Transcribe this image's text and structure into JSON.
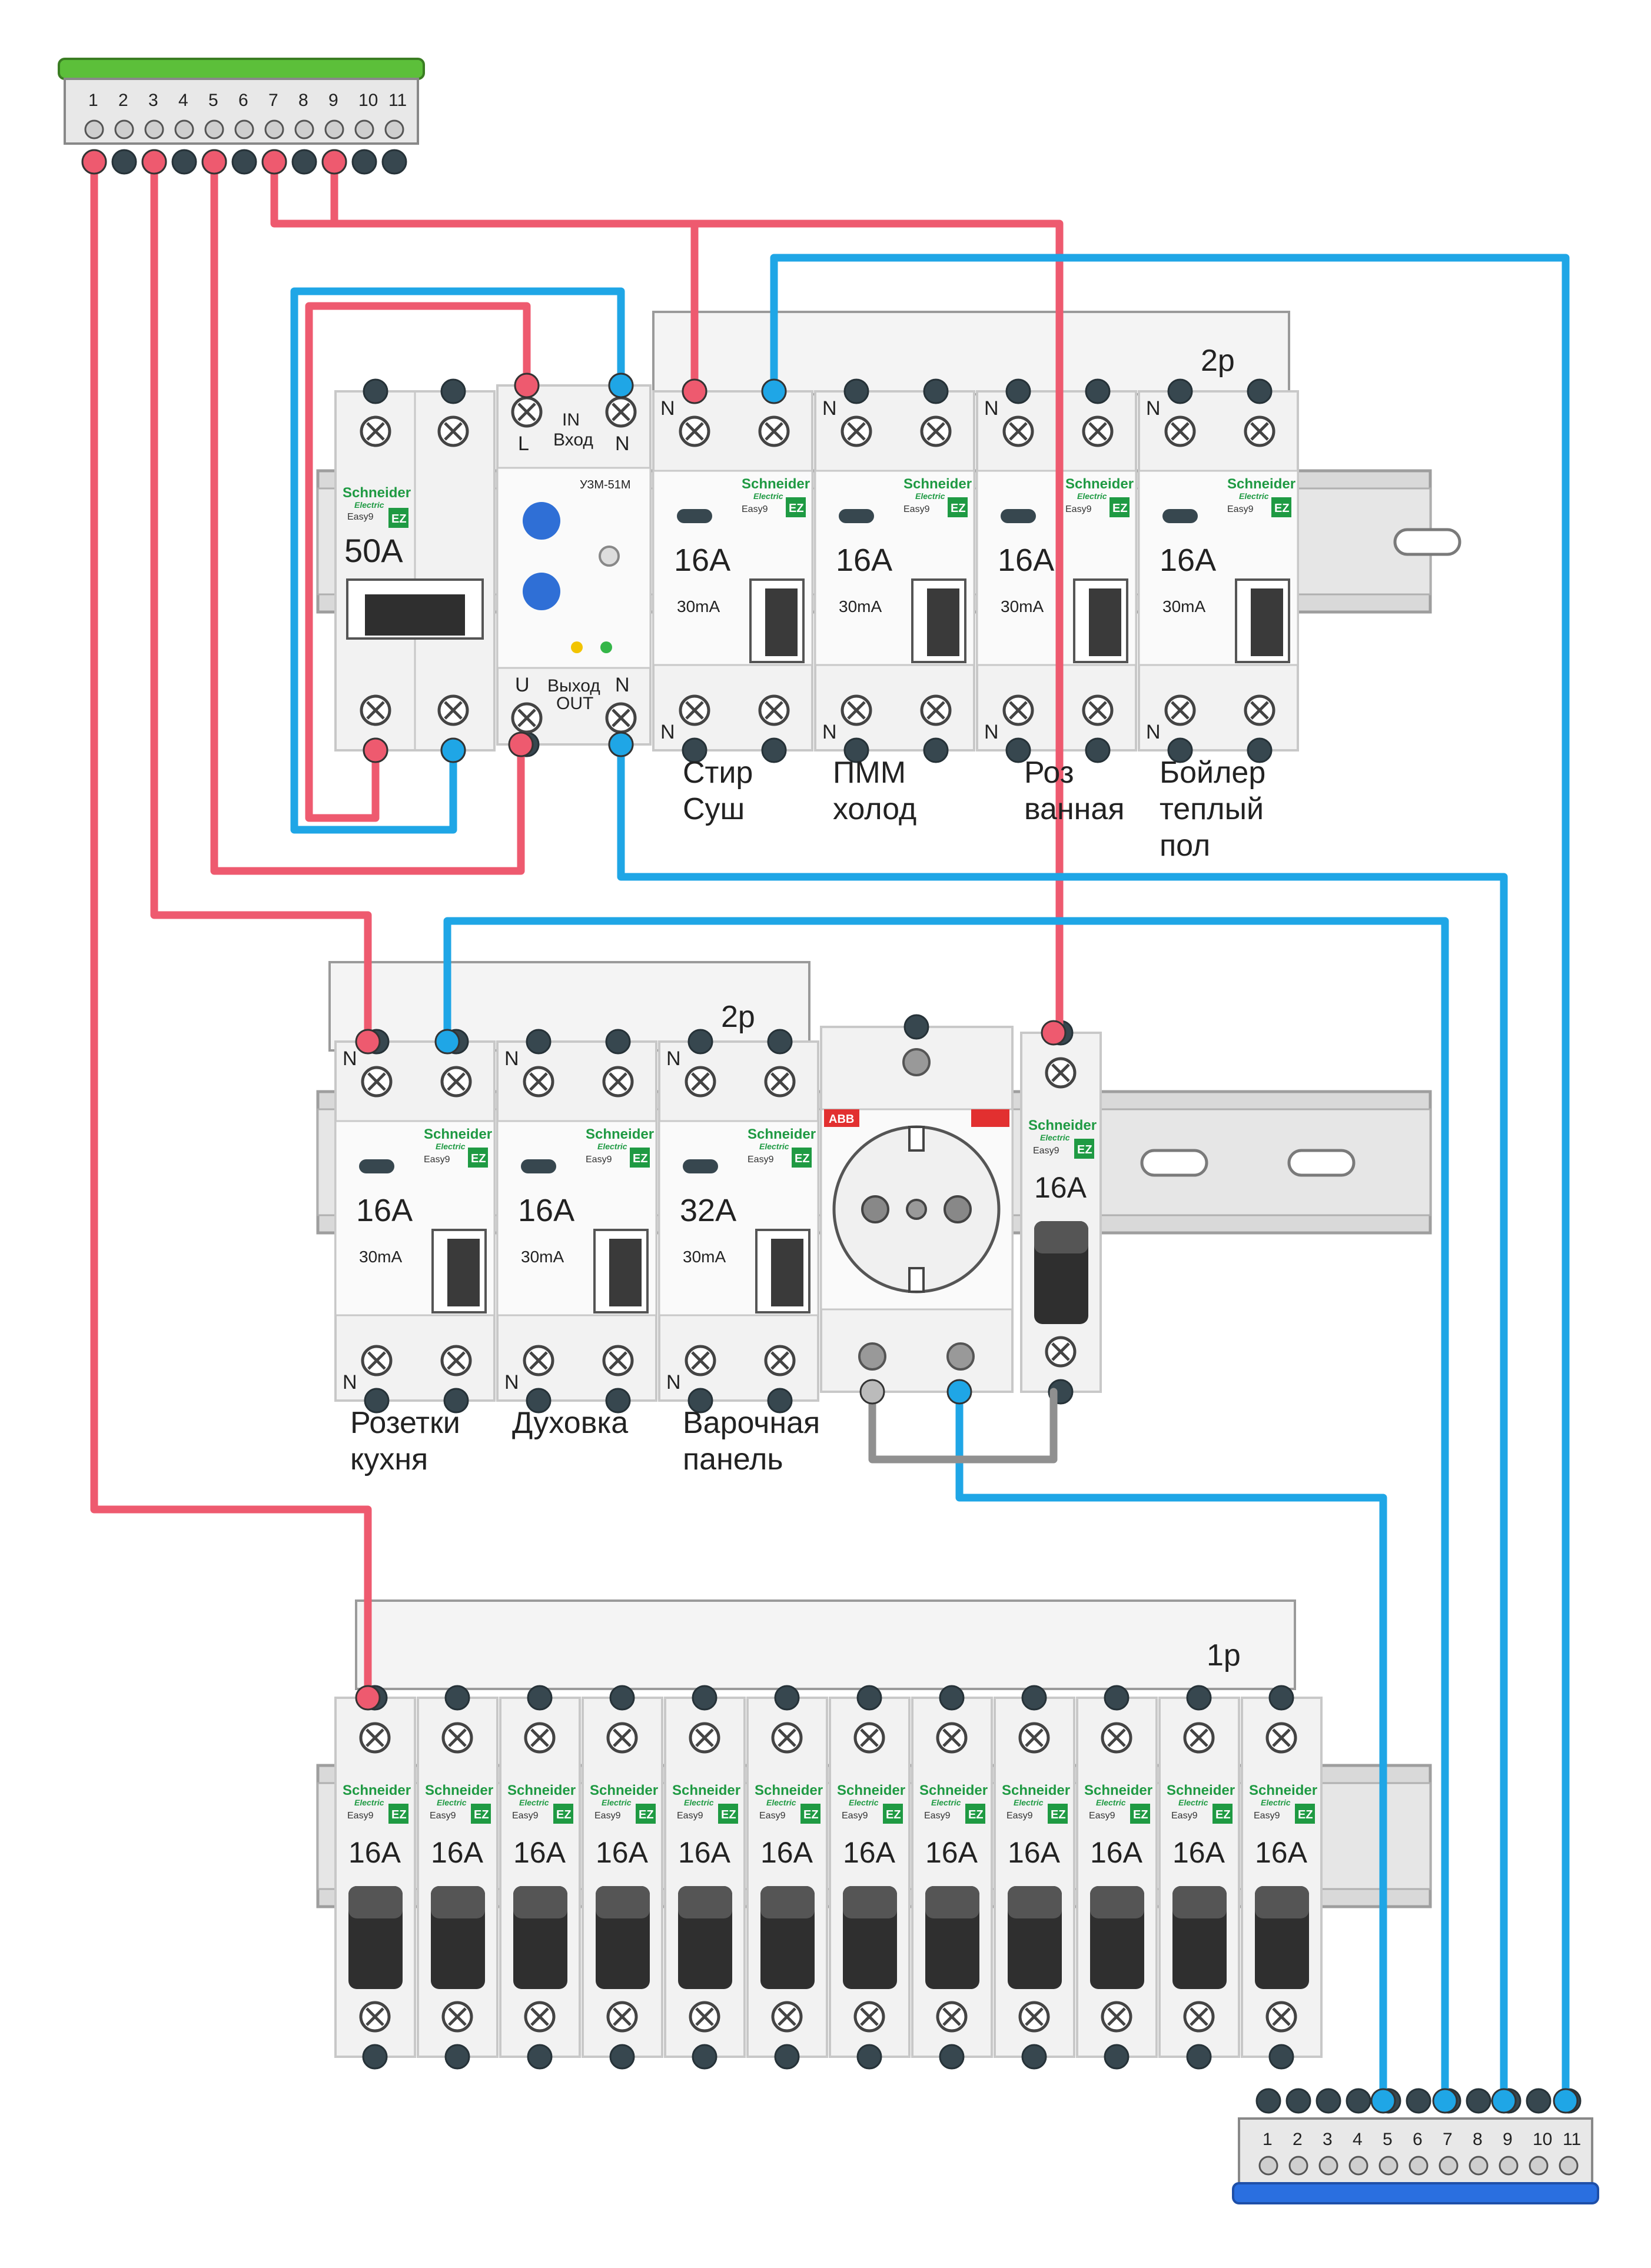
{
  "colors": {
    "phase": "#ee5a6f",
    "neutral": "#1fa6e6",
    "bridge": "#909090",
    "body": "#f2f2f2",
    "outline": "#c8c8c8",
    "terminal": "#37474f",
    "green_bus": "#5cbf3a",
    "blue_bus": "#2a6fe0",
    "brand": "#1f9a43",
    "abb": "#e23030"
  },
  "top_bus": {
    "numbers": [
      "1",
      "2",
      "3",
      "4",
      "5",
      "6",
      "7",
      "8",
      "9",
      "10",
      "11"
    ]
  },
  "bottom_bus": {
    "numbers": [
      "1",
      "2",
      "3",
      "4",
      "5",
      "6",
      "7",
      "8",
      "9",
      "10",
      "11"
    ]
  },
  "row1": {
    "comb_label": "2p",
    "main_breaker": {
      "brand": "Schneider",
      "series": "Easy9",
      "ez": "EZ",
      "rating": "50A"
    },
    "relay": {
      "model": "УЗМ-51М",
      "in_label": "IN",
      "in_ru": "Вход",
      "out_label": "OUT",
      "out_ru": "Выход",
      "term_l": "L",
      "term_n": "N",
      "term_u": "U",
      "term_n_out": "N"
    },
    "rcbos": [
      {
        "rating": "16A",
        "leak": "30mA",
        "caption": [
          "Стир",
          "Суш"
        ]
      },
      {
        "rating": "16A",
        "leak": "30mA",
        "caption": [
          "ПММ",
          "холод"
        ]
      },
      {
        "rating": "16A",
        "leak": "30mA",
        "caption": [
          "Роз",
          "ванная"
        ]
      },
      {
        "rating": "16A",
        "leak": "30mA",
        "caption": [
          "Бойлер",
          "теплый",
          "пол"
        ]
      }
    ],
    "n_label": "N",
    "brand": "Schneider",
    "sub": "Electric",
    "series": "Easy9",
    "ez": "EZ"
  },
  "row2": {
    "comb_label": "2p",
    "rcbos": [
      {
        "rating": "16A",
        "leak": "30mA",
        "caption": [
          "Розетки",
          "кухня"
        ]
      },
      {
        "rating": "16A",
        "leak": "30mA",
        "caption": [
          "Духовка"
        ]
      },
      {
        "rating": "32A",
        "leak": "30mA",
        "caption": [
          "Варочная",
          "панель"
        ]
      }
    ],
    "socket_brand": "ABB",
    "breaker": {
      "rating": "16A"
    }
  },
  "row3": {
    "comb_label": "1p",
    "breakers": [
      "16A",
      "16A",
      "16A",
      "16A",
      "16A",
      "16A",
      "16A",
      "16A",
      "16A",
      "16A",
      "16A",
      "16A"
    ]
  }
}
